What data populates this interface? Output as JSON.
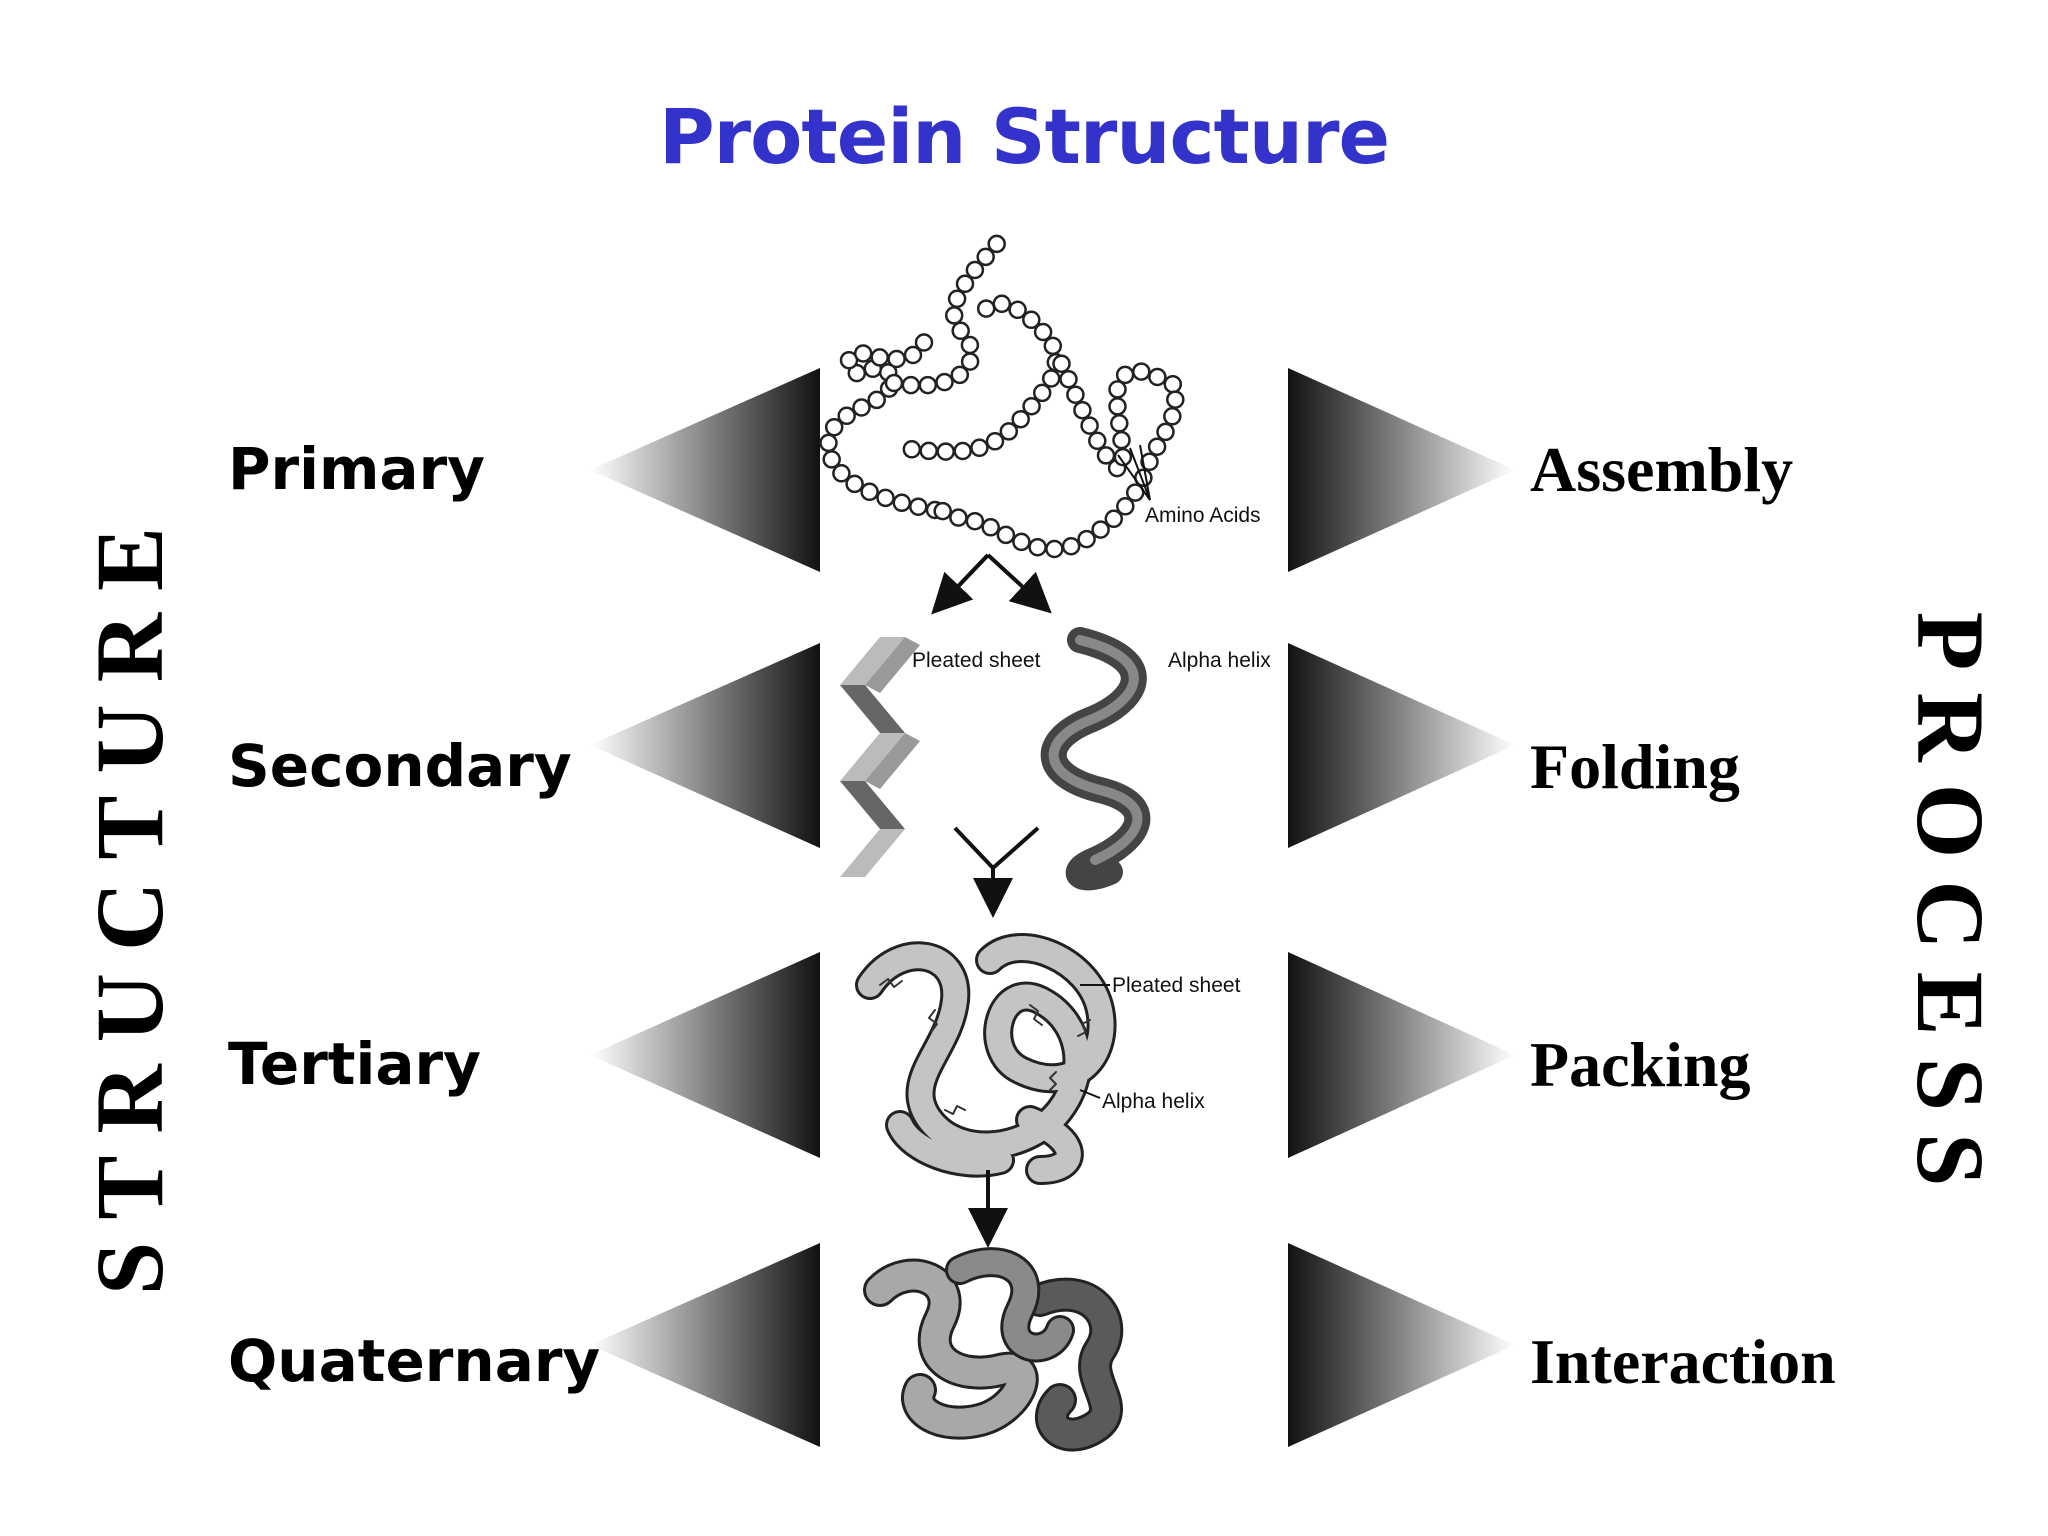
{
  "title": "Protein Structure",
  "colors": {
    "title": "#3333cc",
    "text": "#000000",
    "ink": "#222222",
    "grey_fill": "#b8b8b8",
    "dark_fill": "#555555"
  },
  "side_labels": {
    "left": "STRUCTURE",
    "right": "PROCESS"
  },
  "levels": [
    {
      "label": "Primary",
      "process": "Assembly"
    },
    {
      "label": "Secondary",
      "process": "Folding"
    },
    {
      "label": "Tertiary",
      "process": "Packing"
    },
    {
      "label": "Quaternary",
      "process": "Interaction"
    }
  ],
  "annotations": {
    "amino_acids": "Amino Acids",
    "pleated_sheet": "Pleated sheet",
    "alpha_helix": "Alpha helix",
    "tertiary_pleated_sheet": "Pleated sheet",
    "tertiary_alpha_helix": "Alpha helix"
  }
}
